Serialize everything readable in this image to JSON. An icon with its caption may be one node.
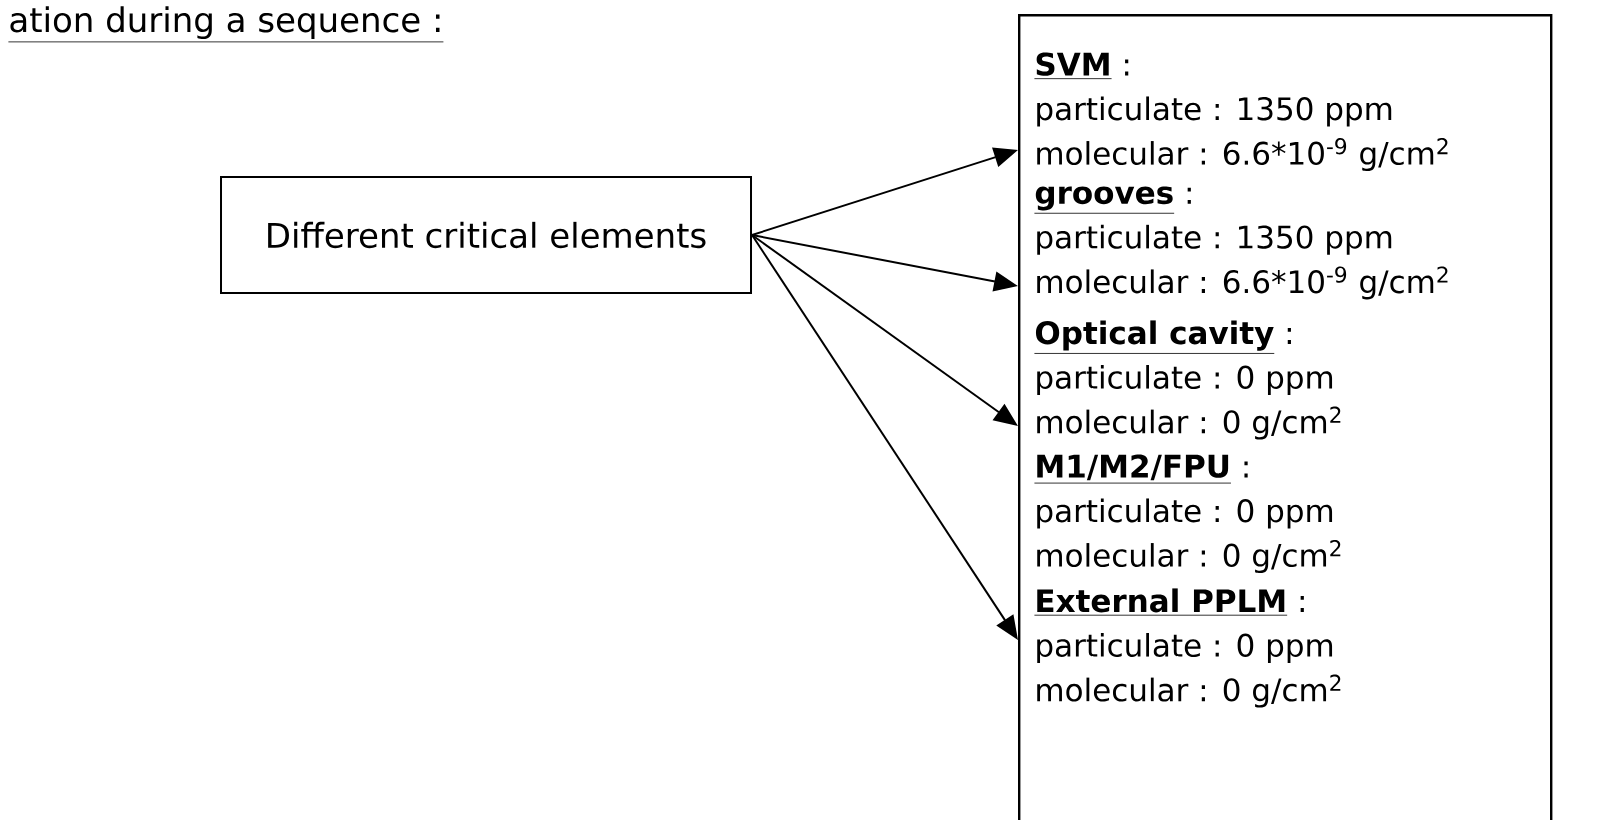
{
  "diagram": {
    "nodes": [
      {
        "text": [
          "Different critical elements"
        ]
      },
      {
        "text": [],
        "shape": "box"
      },
      {
        "text": [
          "**SVM** :",
          "particulate : 1350 ppm",
          "molecular : 6.6*10$^{-9}$ g/cm$^{2}$"
        ],
        "in": 1
      },
      {
        "text": [
          "**grooves** :",
          "particulate : 1350 ppm",
          "molecular : 6.6*10$^{-9}$ g/cm$^{2}$"
        ],
        "in": 1
      },
      {
        "text": [
          "**Optical cavity** :",
          "particulate : 0 ppm",
          "molecular : 0 g/cm$^{2}$"
        ],
        "in": 1
      },
      {
        "text": [
          "**M1/M2/FPU** :",
          "particulate : 0 ppm",
          "molecular : 0 g/cm$^{2}$"
        ],
        "in": 1
      },
      {
        "text": [
          "**External PPLM** :",
          "particulate : 0 ppm",
          "molecular : 0 g/cm$^{2}$"
        ],
        "in": 1
      }
    ],
    "edges": [
      {
        "from": 0,
        "to": 2,
        "arrow": "to"
      },
      {
        "from": 0,
        "to": 3,
        "arrow": "to"
      },
      {
        "from": 0,
        "to": 4,
        "arrow": "to"
      },
      {
        "from": 0,
        "to": 6,
        "arrow": "to"
      }
    ],
    "labels": [
      "ation during a sequence :"
    ]
  }
}
